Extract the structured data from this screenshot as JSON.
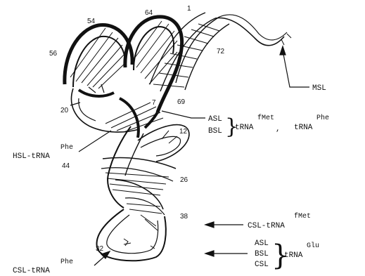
{
  "numbers": {
    "n1": "1",
    "n54": "54",
    "n64": "64",
    "n56": "56",
    "n72": "72",
    "n69": "69",
    "n7": "7",
    "n20": "20",
    "n12": "12",
    "n44": "44",
    "n26": "26",
    "n38": "38",
    "n32": "32"
  },
  "labels": {
    "msl": "MSL",
    "hsl_main": "HSL-tRNA",
    "hsl_sup": "Phe",
    "asl1": "ASL",
    "bsl1": "BSL",
    "trna_fmet": "tRNA",
    "trna_fmet_sup": "fMet",
    "comma": ",",
    "trna_phe": "tRNA",
    "trna_phe_sup": "Phe",
    "csl_fmet_main": "CSL-tRNA",
    "csl_fmet_sup": "fMet",
    "asl2": "ASL",
    "bsl2": "BSL",
    "csl2": "CSL",
    "trna_glu": "tRNA",
    "trna_glu_sup": "Glu",
    "csl_phe_main": "CSL-tRNA",
    "csl_phe_sup": "Phe"
  },
  "colors": {
    "ink": "#111111",
    "background": "#ffffff"
  }
}
